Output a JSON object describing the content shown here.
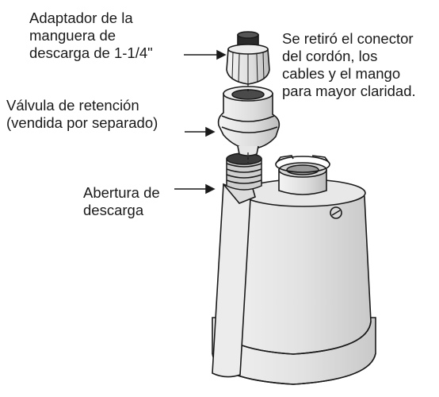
{
  "labels": {
    "adapter": [
      "Adaptador de la",
      "manguera de",
      "descarga de 1-1/4\""
    ],
    "valve": [
      "Válvula de retención",
      "(vendida por separado)"
    ],
    "opening": [
      "Abertura de",
      "descarga"
    ],
    "note": [
      "Se retiró el conector",
      "del cordón, los",
      "cables y el mango",
      "para mayor claridad."
    ]
  }
}
